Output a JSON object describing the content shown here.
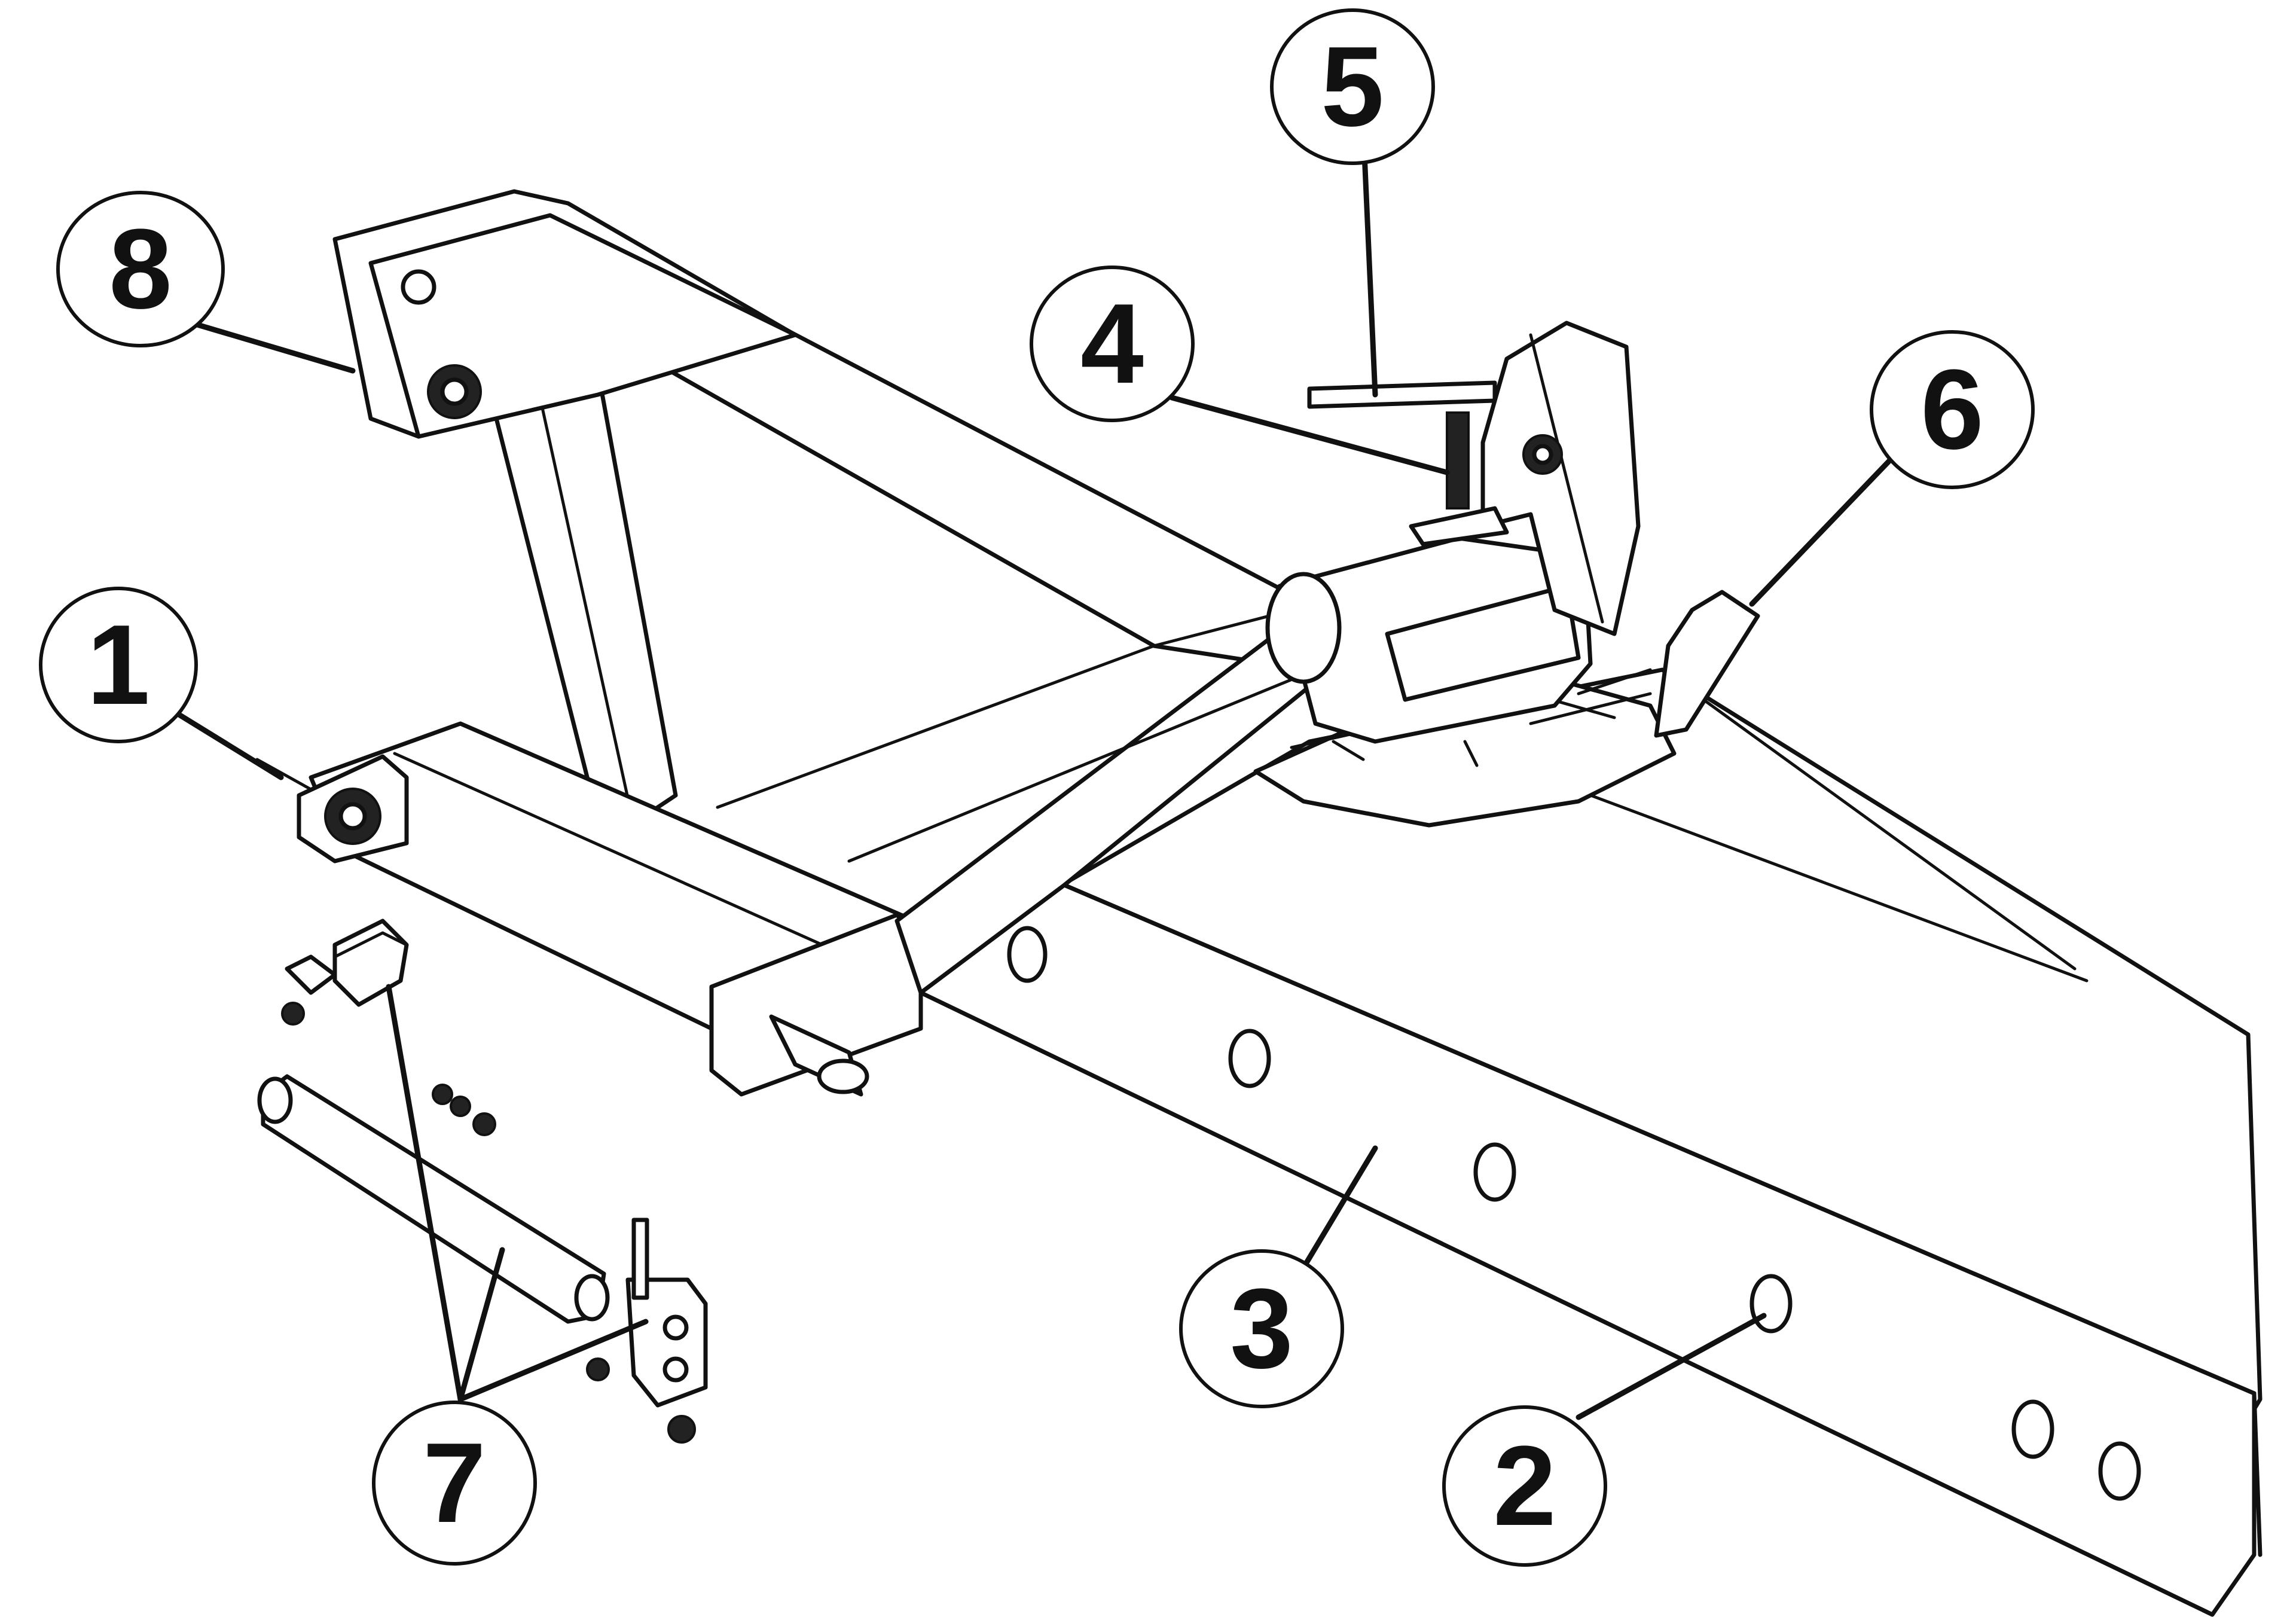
{
  "callouts": [
    {
      "id": "1",
      "label": "1"
    },
    {
      "id": "2",
      "label": "2"
    },
    {
      "id": "3",
      "label": "3"
    },
    {
      "id": "4",
      "label": "4"
    },
    {
      "id": "5",
      "label": "5"
    },
    {
      "id": "6",
      "label": "6"
    },
    {
      "id": "7",
      "label": "7"
    },
    {
      "id": "8",
      "label": "8"
    }
  ],
  "colors": {
    "ink": "#111111",
    "background": "#ffffff"
  }
}
